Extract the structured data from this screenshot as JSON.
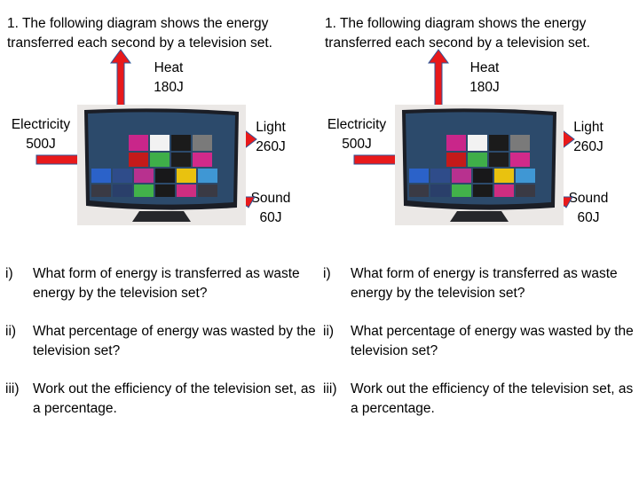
{
  "worksheet": {
    "heading": "1.  The following diagram shows the energy transferred each second by a television set.",
    "labels": {
      "heat": "Heat",
      "heat_value": "180J",
      "electricity": "Electricity",
      "electricity_value": "500J",
      "light": "Light",
      "light_value": "260J",
      "sound": "Sound",
      "sound_value": "60J"
    },
    "questions": [
      {
        "num": "i)",
        "text": "What form of energy is transferred as waste energy by the television set?"
      },
      {
        "num": "ii)",
        "text": "What percentage of energy was wasted by the television set?"
      },
      {
        "num": "iii)",
        "text": "Work out the efficiency of the television set, as a percentage."
      }
    ]
  },
  "colors": {
    "arrow_fill": "#e8191b",
    "arrow_stroke": "#2f5597"
  }
}
